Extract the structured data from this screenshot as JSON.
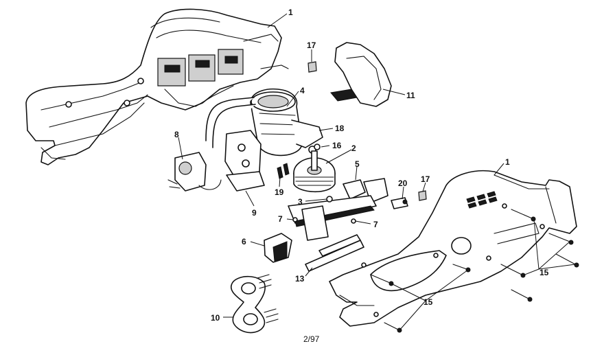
{
  "diagram": {
    "callouts": {
      "c1_top": "1",
      "c17_top": "17",
      "c11": "11",
      "c4": "4",
      "c18": "18",
      "c16": "16",
      "c2": "2",
      "c8": "8",
      "c5": "5",
      "c20": "20",
      "c17_mid": "17",
      "c1_right": "1",
      "c19": "19",
      "c3": "3",
      "c9": "9",
      "c7_left": "7",
      "c7_right": "7",
      "c6": "6",
      "c13": "13",
      "c15_right": "15",
      "c15_mid": "15",
      "c10": "10"
    },
    "footer_code": "2/97"
  }
}
